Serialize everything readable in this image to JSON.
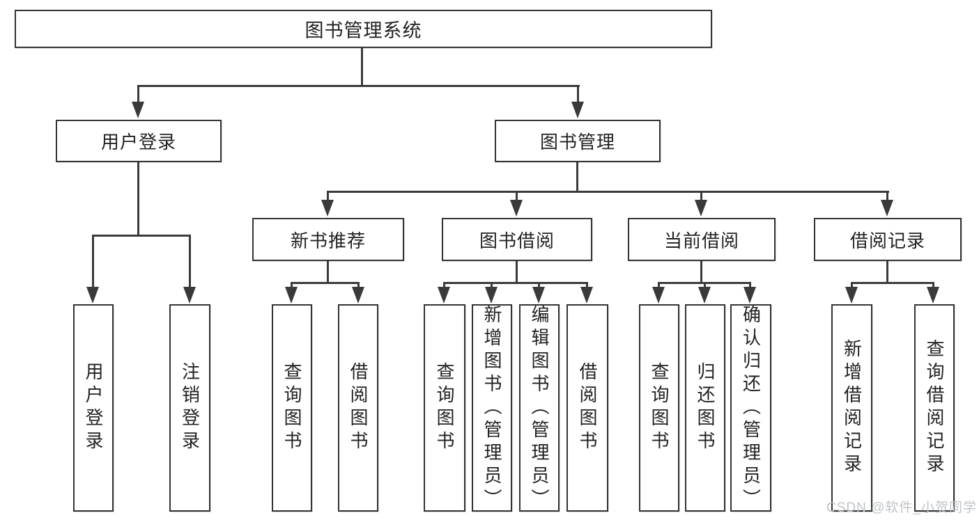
{
  "colors": {
    "background": "#ffffff",
    "box_border": "#333333",
    "connector_line": "#3a3a3a",
    "text": "#222222",
    "watermark": "#bfc3c7"
  },
  "watermark": {
    "text": "CSDN @软件_小贺同学"
  },
  "tree": {
    "root": {
      "label": "图书管理系统"
    },
    "login": {
      "label": "用户登录",
      "children": [
        {
          "label": "用户登录"
        },
        {
          "label": "注销登录"
        }
      ]
    },
    "manage": {
      "label": "图书管理",
      "sections": [
        {
          "label": "新书推荐",
          "children": [
            {
              "label": "查询图书"
            },
            {
              "label": "借阅图书"
            }
          ]
        },
        {
          "label": "图书借阅",
          "children": [
            {
              "label": "查询图书"
            },
            {
              "label": "新增图书（管理员）"
            },
            {
              "label": "编辑图书（管理员）"
            },
            {
              "label": "借阅图书"
            }
          ]
        },
        {
          "label": "当前借阅",
          "children": [
            {
              "label": "查询图书"
            },
            {
              "label": "归还图书"
            },
            {
              "label": "确认归还（管理员）"
            }
          ]
        },
        {
          "label": "借阅记录",
          "children": [
            {
              "label": "新增借阅记录"
            },
            {
              "label": "查询借阅记录"
            }
          ]
        }
      ]
    }
  }
}
